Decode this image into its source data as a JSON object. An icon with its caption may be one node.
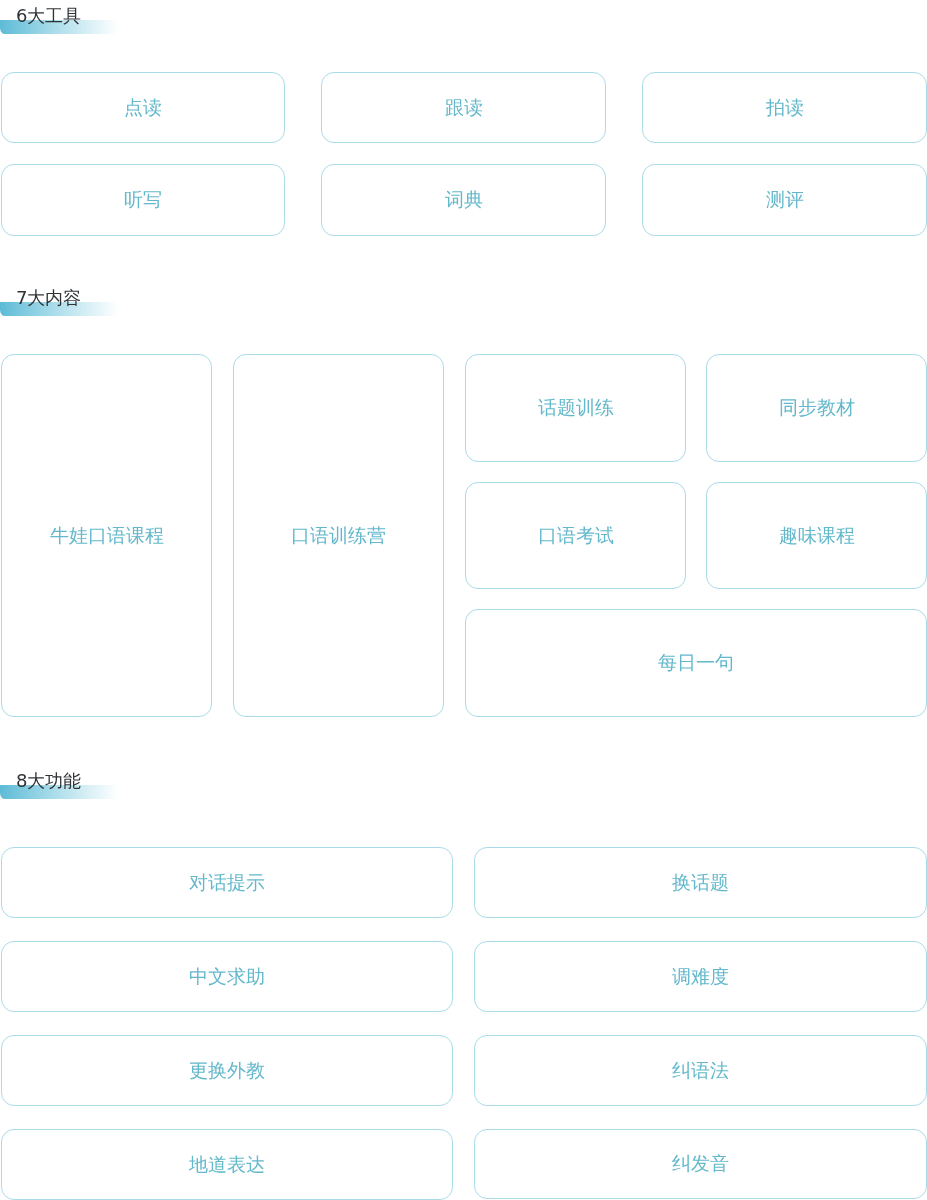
{
  "diagram": {
    "nodes": [
      {
        "text": [
          "点读"
        ]
      },
      {
        "text": [
          "跟读"
        ]
      },
      {
        "text": [
          "拍读"
        ]
      },
      {
        "text": [
          "听写"
        ]
      },
      {
        "text": [
          "词典"
        ]
      },
      {
        "text": [
          "测评"
        ]
      },
      {
        "text": [
          "牛娃口语课程"
        ]
      },
      {
        "text": [
          "口语训练营"
        ]
      },
      {
        "text": [
          "话题训练"
        ]
      },
      {
        "text": [
          "同步教材"
        ]
      },
      {
        "text": [
          "口语考试"
        ]
      },
      {
        "text": [
          "趣味课程"
        ]
      },
      {
        "text": [
          "每日一句"
        ]
      },
      {
        "text": [
          "对话提示"
        ]
      },
      {
        "text": [
          "换话题"
        ]
      },
      {
        "text": [
          "中文求助"
        ]
      },
      {
        "text": [
          "调难度"
        ]
      },
      {
        "text": [
          "更换外教"
        ]
      },
      {
        "text": [
          "纠语法"
        ]
      },
      {
        "text": [
          "地道表达"
        ]
      },
      {
        "text": [
          "纠发音"
        ]
      }
    ],
    "labels": [
      "6大工具",
      "7大内容",
      "8大功能"
    ]
  }
}
